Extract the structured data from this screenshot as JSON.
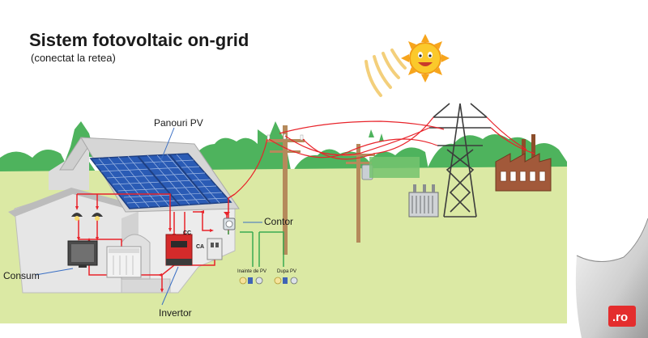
{
  "title": "Sistem fotovoltaic on-grid",
  "subtitle": "(conectat la retea)",
  "labels": {
    "panels": "Panouri PV",
    "meter": "Contor",
    "consumption": "Consum",
    "inverter": "Invertor",
    "dc": "CC",
    "ac": "CA",
    "before_pv": "Inainte de PV",
    "after_pv": "Dupa PV"
  },
  "badge": ".ro",
  "colors": {
    "sky": "#ffffff",
    "ground": "#dbe9a4",
    "trees": "#4eb35d",
    "wire_red": "#e8232a",
    "wire_green": "#3aaa52",
    "panel_blue": "#2a5bb5",
    "inverter_red": "#d42a2a",
    "badge_red": "#e42d2d"
  },
  "icons": [
    "sun-icon",
    "solar-panel-icon",
    "house-icon",
    "inverter-icon",
    "electric-meter-icon",
    "utility-pole-icon",
    "transmission-tower-icon",
    "transformer-icon",
    "factory-icon",
    "lamp-icon",
    "tv-icon",
    "washing-machine-icon",
    "page-curl-icon"
  ]
}
